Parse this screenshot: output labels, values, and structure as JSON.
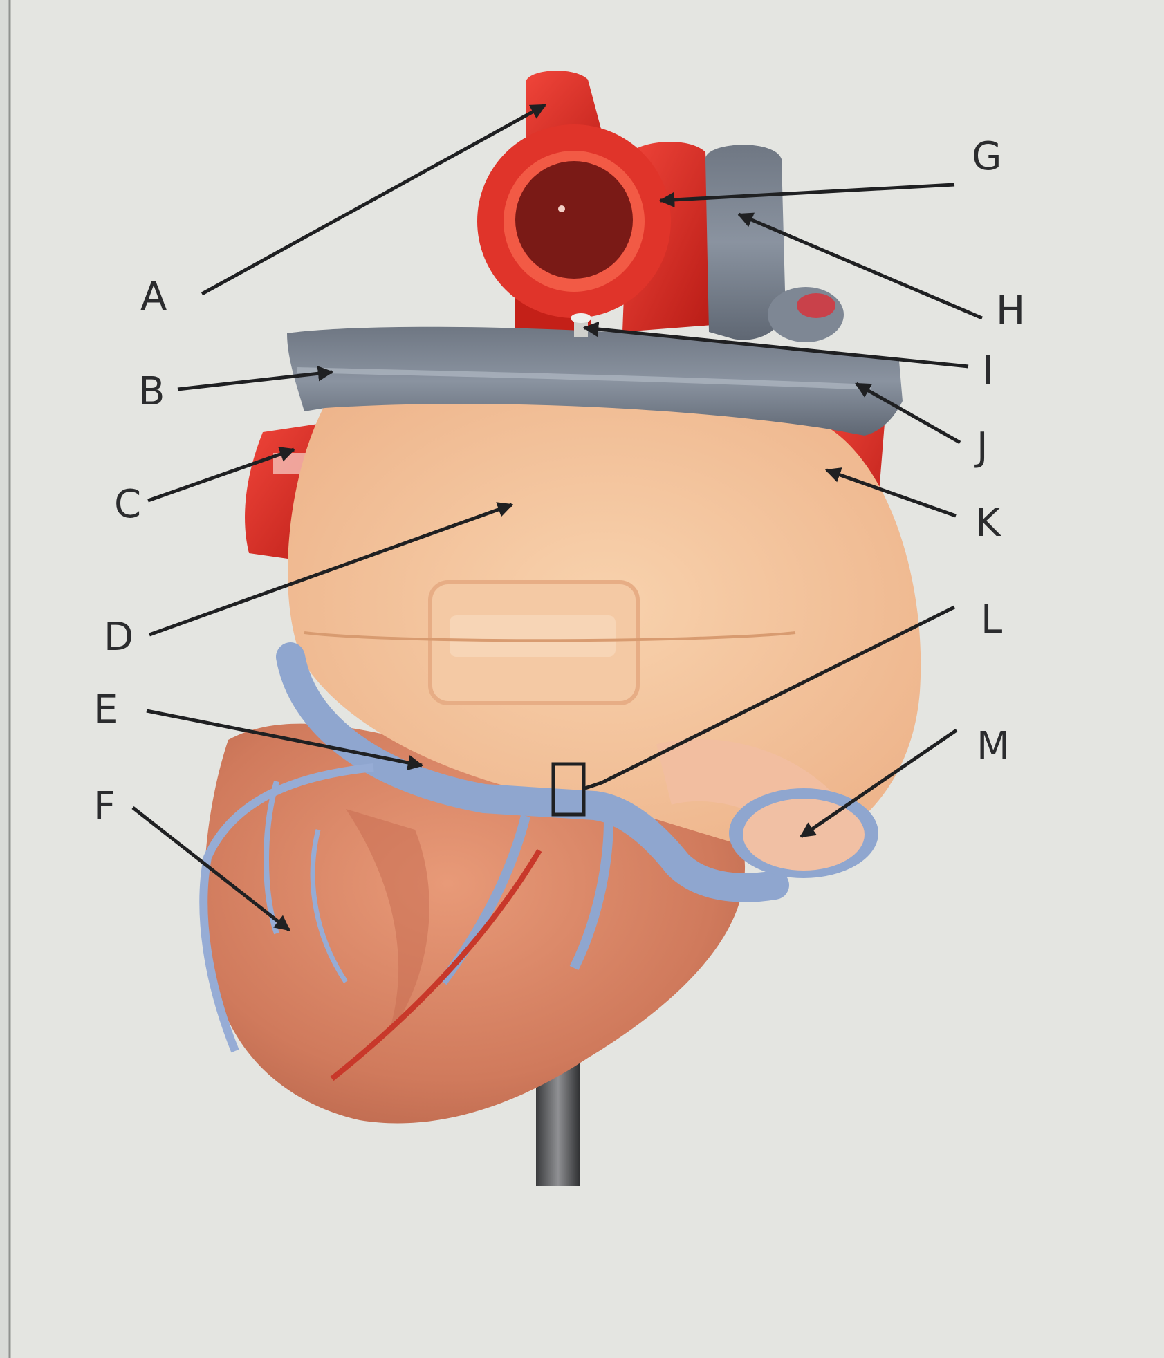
{
  "diagram": {
    "labels": [
      {
        "id": "A",
        "text": "A"
      },
      {
        "id": "B",
        "text": "B"
      },
      {
        "id": "C",
        "text": "C"
      },
      {
        "id": "D",
        "text": "D"
      },
      {
        "id": "E",
        "text": "E"
      },
      {
        "id": "F",
        "text": "F"
      },
      {
        "id": "G",
        "text": "G"
      },
      {
        "id": "H",
        "text": "H"
      },
      {
        "id": "I",
        "text": "I"
      },
      {
        "id": "J",
        "text": "J"
      },
      {
        "id": "K",
        "text": "K"
      },
      {
        "id": "L",
        "text": "L"
      },
      {
        "id": "M",
        "text": "M"
      }
    ]
  },
  "colors": {
    "background": "#d9dbd8",
    "artery_red": "#d8281f",
    "vein_gray": "#77808f",
    "vessel_blue": "#8fa6cf",
    "atrium_peach": "#f4c29a",
    "muscle": "#d8866a",
    "label_ink": "#2b2c2e"
  }
}
